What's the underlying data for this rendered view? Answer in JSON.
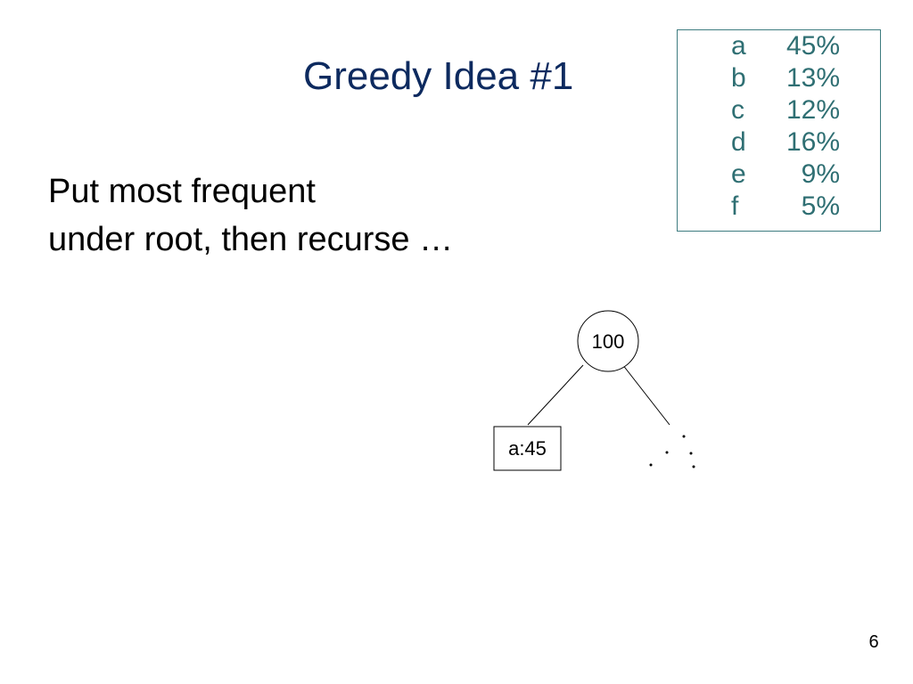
{
  "slide": {
    "title": "Greedy Idea #1",
    "body_lines": [
      "Put most frequent",
      "under root, then recurse …"
    ],
    "page_number": "6"
  },
  "frequency_table": [
    {
      "letter": "a",
      "percent": "45%"
    },
    {
      "letter": "b",
      "percent": "13%"
    },
    {
      "letter": "c",
      "percent": "12%"
    },
    {
      "letter": "d",
      "percent": "16%"
    },
    {
      "letter": "e",
      "percent": "9%"
    },
    {
      "letter": "f",
      "percent": "5%"
    }
  ],
  "tree": {
    "root_label": "100",
    "left_leaf_label": "a:45"
  },
  "colors": {
    "title": "#0d2a5f",
    "table_text": "#2f6f73",
    "table_border": "#3e7c80"
  }
}
